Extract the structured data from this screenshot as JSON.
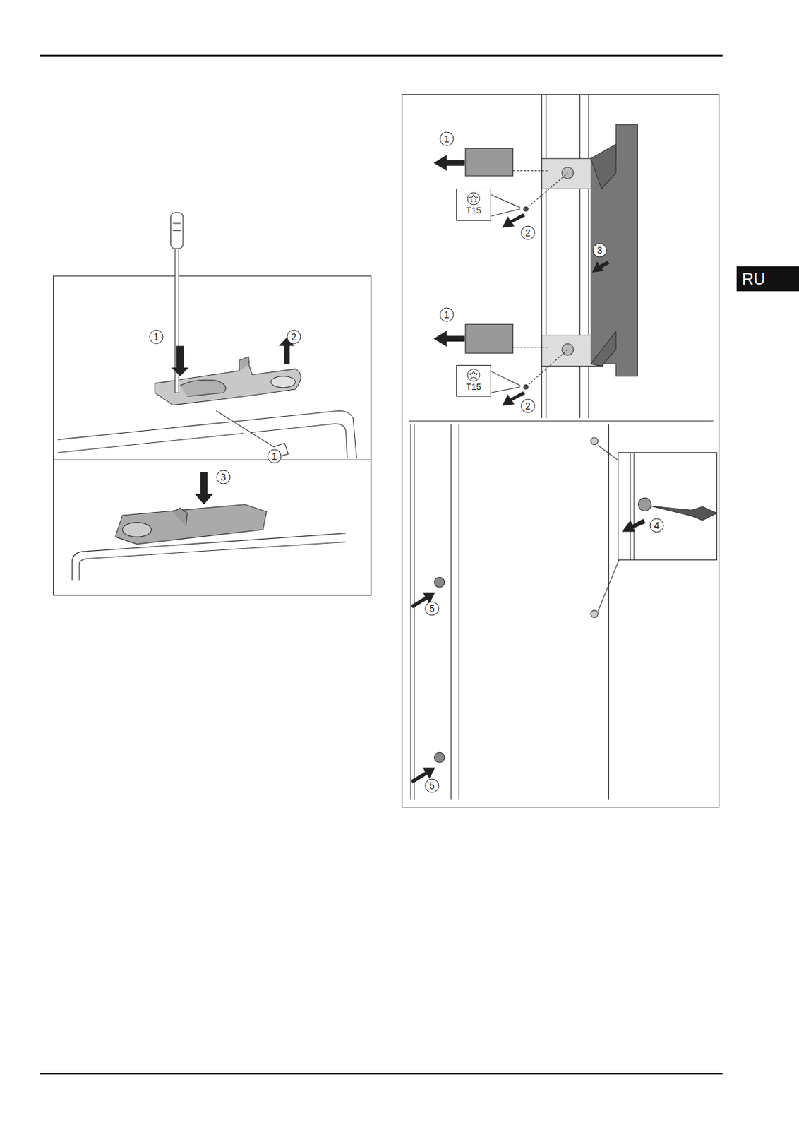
{
  "diagram": {
    "nodes": [
      {
        "text": [
          "T15"
        ]
      },
      {
        "text": [
          "T15"
        ]
      },
      {
        "text": [
          "RU"
        ]
      }
    ],
    "labels": [
      "1",
      "2",
      "1",
      "3",
      "1",
      "2",
      "3",
      "1",
      "2",
      "4",
      "5",
      "5"
    ]
  }
}
